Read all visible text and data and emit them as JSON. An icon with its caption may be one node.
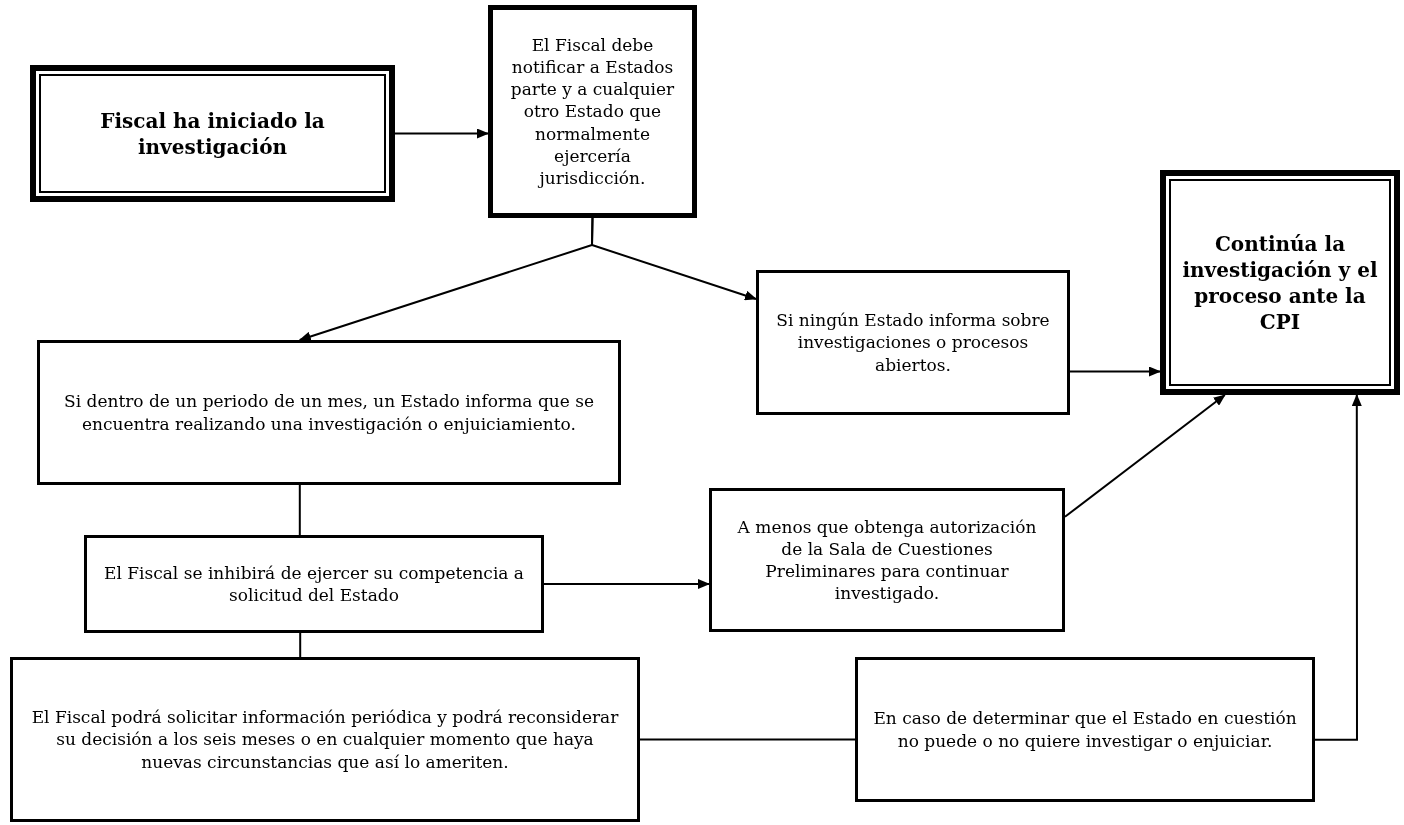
{
  "diagram": {
    "nodes": [
      {
        "text": [
          "Fiscal ha iniciado la investigación"
        ]
      },
      {
        "text": [
          "El Fiscal debe notificar a Estados parte y a cualquier otro Estado que normalmente ejercería jurisdicción."
        ]
      },
      {
        "text": [
          "Si ningún Estado informa sobre investigaciones o procesos abiertos."
        ]
      },
      {
        "text": [
          "Continúa la investigación y el proceso ante la CPI"
        ]
      },
      {
        "text": [
          "Si dentro de un periodo de un mes, un Estado informa que se encuentra realizando una investigación o enjuiciamiento."
        ]
      },
      {
        "text": [
          "A menos que obtenga autorización de la Sala de Cuestiones Preliminares para continuar investigado."
        ]
      },
      {
        "text": [
          "El Fiscal se inhibirá de ejercer su competencia a solicitud del Estado"
        ]
      },
      {
        "text": [
          "El Fiscal podrá solicitar información periódica y podrá reconsiderar su decisión a los seis meses o en cualquier momento que haya nuevas circunstancias que así lo ameriten."
        ]
      },
      {
        "text": [
          "En caso de determinar que el Estado en cuestión no puede o no quiere investigar o enjuiciar."
        ]
      }
    ],
    "edges": [
      {
        "from": 0,
        "to": 1,
        "arrow": "to"
      },
      {
        "from": 1,
        "to": 4,
        "arrow": "to"
      },
      {
        "from": 1,
        "to": 2,
        "arrow": "to"
      },
      {
        "from": 2,
        "to": 3,
        "arrow": "to"
      },
      {
        "from": 4,
        "to": 6,
        "arrow": "none"
      },
      {
        "from": 6,
        "to": 7,
        "arrow": "none"
      },
      {
        "from": 6,
        "to": 5,
        "arrow": "to"
      },
      {
        "from": 5,
        "to": 3,
        "arrow": "to"
      },
      {
        "from": 7,
        "to": 8,
        "arrow": "none"
      },
      {
        "from": 8,
        "to": 3,
        "arrow": "to"
      }
    ]
  }
}
